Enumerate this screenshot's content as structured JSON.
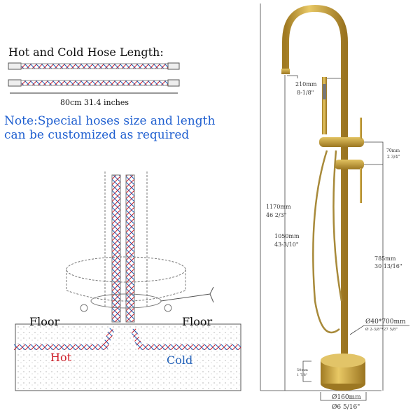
{
  "hose": {
    "title": "Hot and Cold Hose Length:",
    "length": "80cm  31.4 inches"
  },
  "note": {
    "line1": "Note:Special hoses size and length",
    "line2": "can be customized as required"
  },
  "install": {
    "floor_left": "Floor",
    "floor_right": "Floor",
    "hot": "Hot",
    "cold": "Cold"
  },
  "dimensions": {
    "total_height": [
      "1170mm",
      "46 2/3\""
    ],
    "spout_height": [
      "1050mm",
      "43-3/10\""
    ],
    "spout_reach": [
      "210mm",
      "8-1/8\""
    ],
    "handle_spacing": [
      "70mm",
      "2 3/4\""
    ],
    "handle_height": [
      "785mm",
      "30 13/16\""
    ],
    "pipe": [
      "Ø40*700mm",
      "Ø 2-3/8\"*27 5/8\""
    ],
    "base_height": [
      "50mm",
      "1 7/8\""
    ],
    "base_diameter": [
      "Ø160mm",
      "Ø6 5/16\""
    ]
  },
  "colors": {
    "hot": "#d0202a",
    "cold": "#1f5fb8",
    "note": "#1f5fd0",
    "gold": "#c9a23a"
  }
}
